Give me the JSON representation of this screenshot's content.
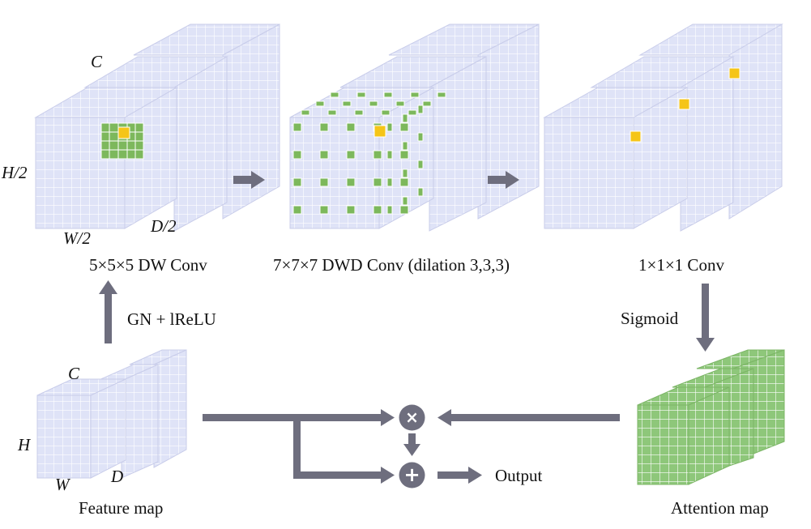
{
  "stages": {
    "dwconv": {
      "label": "5×5×5 DW Conv",
      "dims": {
        "channels": "C",
        "height": "H/2",
        "width": "W/2",
        "depth": "D/2"
      }
    },
    "dwdconv": {
      "label": "7×7×7 DWD Conv (dilation 3,3,3)"
    },
    "pwconv": {
      "label": "1×1×1 Conv"
    }
  },
  "feature_map": {
    "label": "Feature map",
    "dims": {
      "channels": "C",
      "height": "H",
      "width": "W",
      "depth": "D"
    }
  },
  "attention_map": {
    "label": "Attention map"
  },
  "activations": {
    "gn_lrelu": "GN + lReLU",
    "sigmoid": "Sigmoid"
  },
  "output": {
    "label": "Output"
  },
  "operators": {
    "multiply": "×",
    "add": "+"
  },
  "colors": {
    "cube_face": "#dfe3f7",
    "cube_grid": "#ffffff",
    "kernel_green": "#7db85c",
    "center_yellow": "#f5c518",
    "attention_green": "#8ec77a",
    "arrow_gray": "#6e6e7e"
  }
}
